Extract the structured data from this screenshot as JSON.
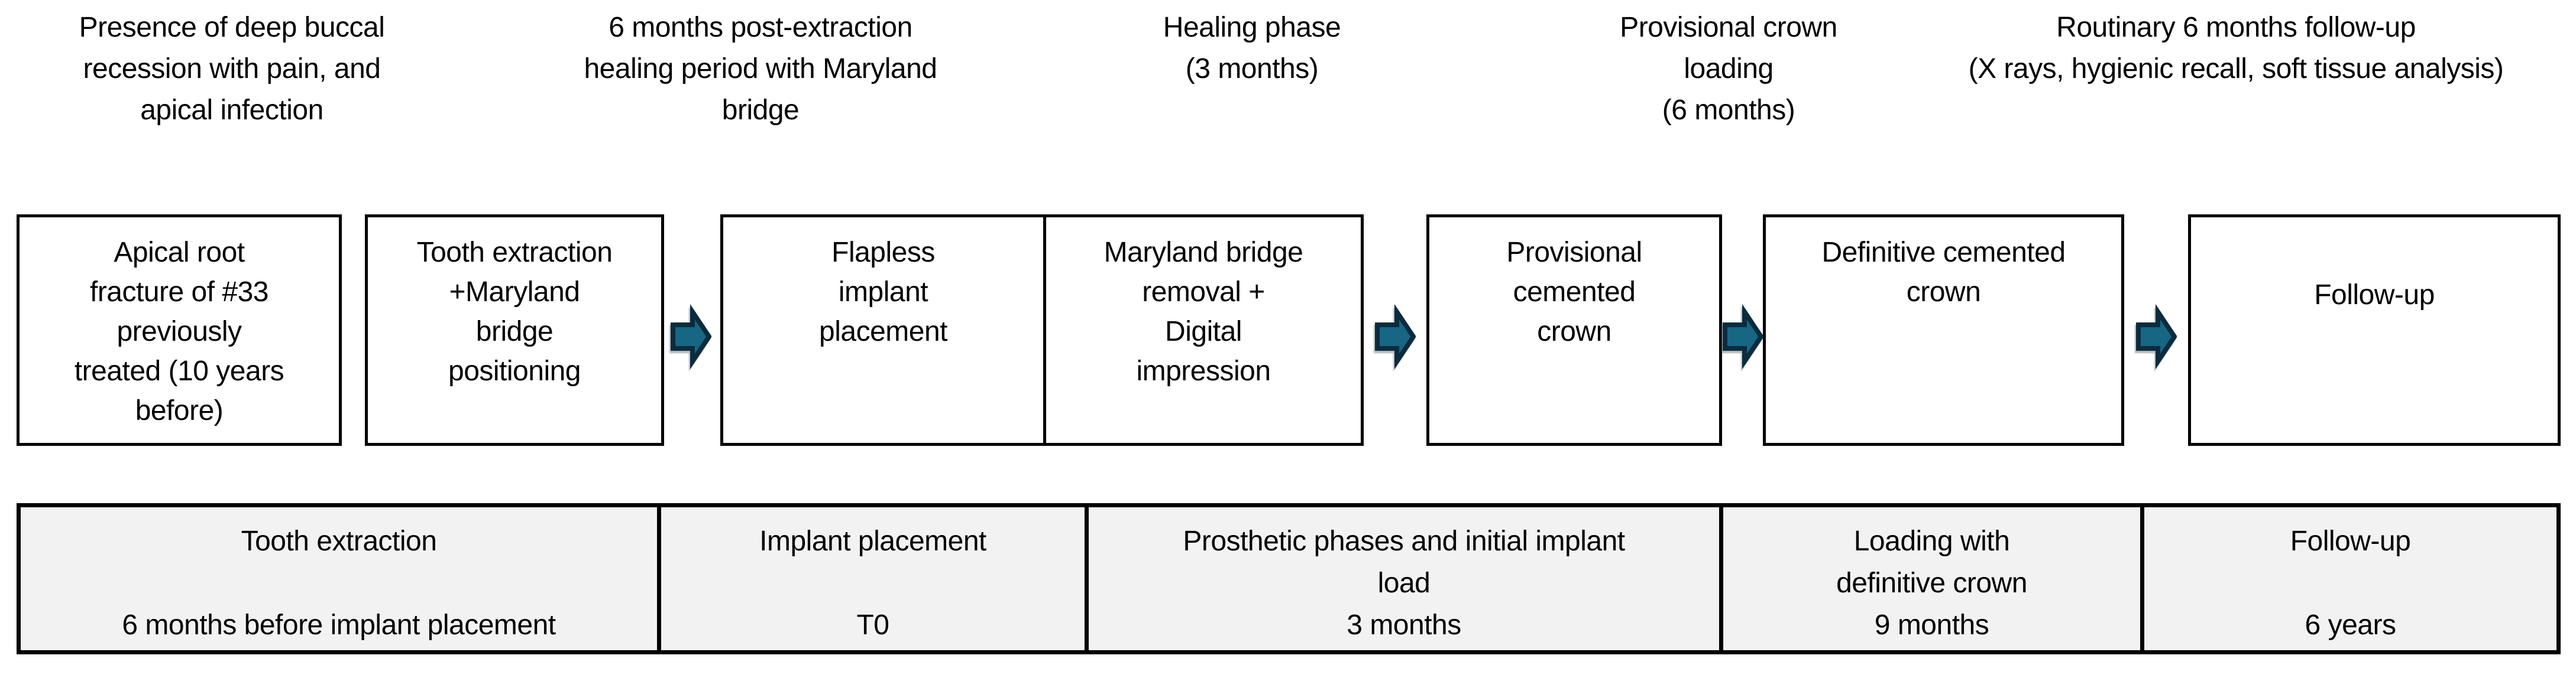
{
  "diagram": {
    "annotations": [
      {
        "text": "Presence of deep buccal\nrecession with pain, and\napical infection"
      },
      {
        "text": "6 months post-extraction\nhealing period with Maryland\nbridge"
      },
      {
        "text": "Healing phase\n(3 months)"
      },
      {
        "text": "Provisional crown\nloading\n(6 months)"
      },
      {
        "text": "Routinary 6 months follow-up\n(X rays, hygienic recall, soft tissue analysis)"
      }
    ],
    "steps": [
      {
        "text": "Apical root\nfracture of #33\npreviously\ntreated (10 years\nbefore)"
      },
      {
        "text": "Tooth extraction\n+Maryland\nbridge\npositioning"
      },
      {
        "text": "Flapless\nimplant\nplacement"
      },
      {
        "text": "Maryland bridge\nremoval +\nDigital\nimpression"
      },
      {
        "text": "Provisional\ncemented\ncrown"
      },
      {
        "text": "Definitive cemented\ncrown"
      },
      {
        "text": "Follow-up"
      }
    ],
    "timeline": [
      {
        "title": "Tooth extraction",
        "timing": "6 months before implant placement"
      },
      {
        "title": "Implant placement",
        "timing": "T0"
      },
      {
        "title": "Prosthetic phases and initial implant\nload",
        "timing": "3 months"
      },
      {
        "title": "Loading with\ndefinitive crown",
        "timing": "9 months"
      },
      {
        "title": "Follow-up",
        "timing": "6 years"
      }
    ],
    "colors": {
      "arrow_fill": "#176684",
      "arrow_outline": "#0c2b3e",
      "cell_background": "#f2f2f2",
      "box_border": "#000000",
      "text": "#000000"
    }
  }
}
